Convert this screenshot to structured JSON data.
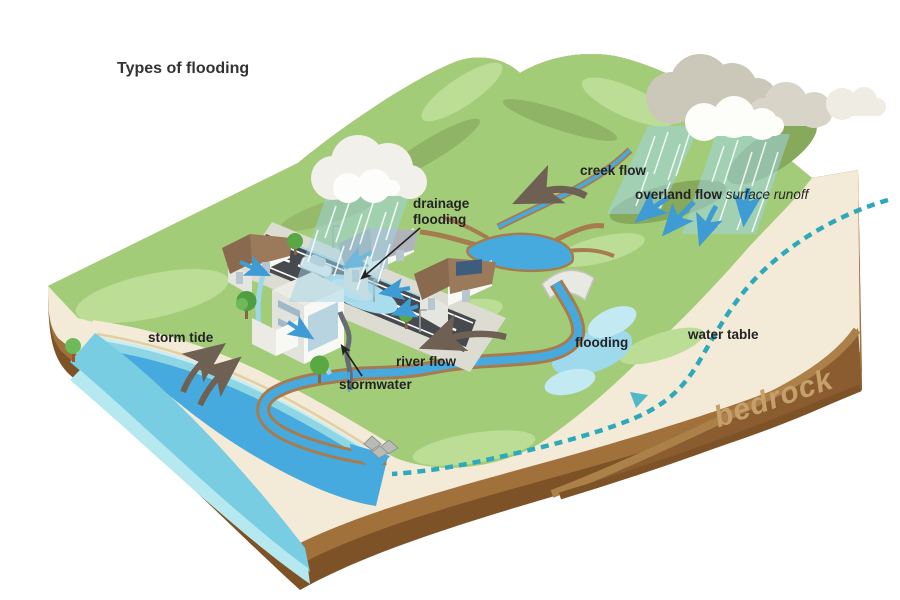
{
  "title": "Types of flooding",
  "labels": {
    "creek_flow": "creek flow",
    "overland_flow": "overland flow",
    "surface_runoff": "surface runoff",
    "drainage_flooding": "drainage\nflooding",
    "storm_tide": "storm tide",
    "river_flow": "river flow",
    "stormwater": "stormwater",
    "flooding": "flooding",
    "water_table": "water table",
    "bedrock": "bedrock"
  },
  "colors": {
    "grass": "#a3cc79",
    "grass_light": "#bcdd96",
    "grass_dark": "#87a95c",
    "soil_cream": "#f3ead7",
    "soil_brown": "#a1713c",
    "soil_dark_brown": "#7c5226",
    "bedrock_face": "#8a5c30",
    "ocean": "#46aadf",
    "river": "#46aadf",
    "river_bank": "#a67c4f",
    "water_table_line": "#2ca9ba",
    "flow_arrow_taupe": "#6e6154",
    "runoff_arrow_blue": "#3f9bd3",
    "rain": "#a0d4e4",
    "cloud_gray": "#cbc8ba",
    "road": "#46494d"
  },
  "icons": {
    "clouds": "cloud-icon",
    "rain": "rain-streaks-icon",
    "dam": "dam-icon",
    "houses": "house-icon",
    "trees": "tree-icon",
    "rocks": "rock-icon",
    "water_table_marker": "water-table-triangle-icon"
  }
}
